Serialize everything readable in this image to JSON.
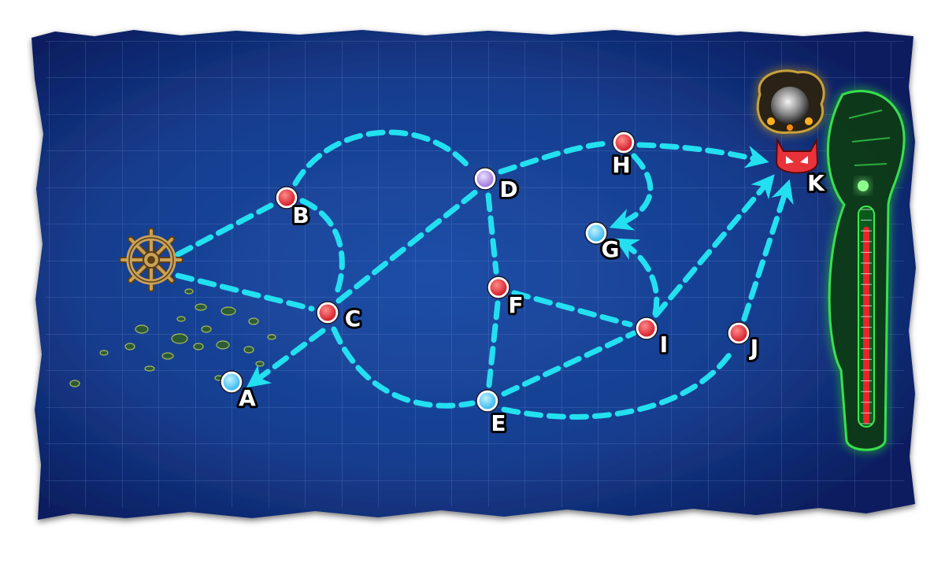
{
  "colors": {
    "sea_dark": "#0b1d5e",
    "sea_light": "#1f4fa8",
    "grid": "#6f8fd6",
    "route": "#23e0f0",
    "node_battle": "#e8323a",
    "node_empty": "#5ad1f5",
    "node_special": "#b899e8",
    "boss_marker": "#e8323a",
    "hp_bar_fill": "#e8242a",
    "hp_gauge_glow": "#1fc23a",
    "ship_wheel": "#c9a15a"
  },
  "icons": {
    "start": "ship-wheel-icon",
    "boss": "boss-devil-icon",
    "boss_ship": "abyssal-boss-icon",
    "gauge": "boss-hp-gauge-icon"
  },
  "nodes": [
    {
      "id": "A",
      "label": "A",
      "kind": "empty"
    },
    {
      "id": "B",
      "label": "B",
      "kind": "battle"
    },
    {
      "id": "C",
      "label": "C",
      "kind": "battle"
    },
    {
      "id": "D",
      "label": "D",
      "kind": "special"
    },
    {
      "id": "E",
      "label": "E",
      "kind": "empty"
    },
    {
      "id": "F",
      "label": "F",
      "kind": "battle"
    },
    {
      "id": "G",
      "label": "G",
      "kind": "empty"
    },
    {
      "id": "H",
      "label": "H",
      "kind": "battle"
    },
    {
      "id": "I",
      "label": "I",
      "kind": "battle"
    },
    {
      "id": "J",
      "label": "J",
      "kind": "battle"
    },
    {
      "id": "K",
      "label": "K",
      "kind": "boss"
    }
  ],
  "routes": [
    {
      "from": "start",
      "to": "B"
    },
    {
      "from": "start",
      "to": "C"
    },
    {
      "from": "B",
      "to": "D"
    },
    {
      "from": "B",
      "to": "C"
    },
    {
      "from": "C",
      "to": "A"
    },
    {
      "from": "C",
      "to": "D"
    },
    {
      "from": "C",
      "to": "E"
    },
    {
      "from": "D",
      "to": "H"
    },
    {
      "from": "D",
      "to": "F"
    },
    {
      "from": "F",
      "to": "E"
    },
    {
      "from": "F",
      "to": "I"
    },
    {
      "from": "E",
      "to": "I"
    },
    {
      "from": "E",
      "to": "J"
    },
    {
      "from": "H",
      "to": "K"
    },
    {
      "from": "H",
      "to": "G"
    },
    {
      "from": "I",
      "to": "G"
    },
    {
      "from": "I",
      "to": "K"
    },
    {
      "from": "J",
      "to": "K"
    }
  ],
  "boss_hp": {
    "fraction": 0.92,
    "ticks": 20
  }
}
